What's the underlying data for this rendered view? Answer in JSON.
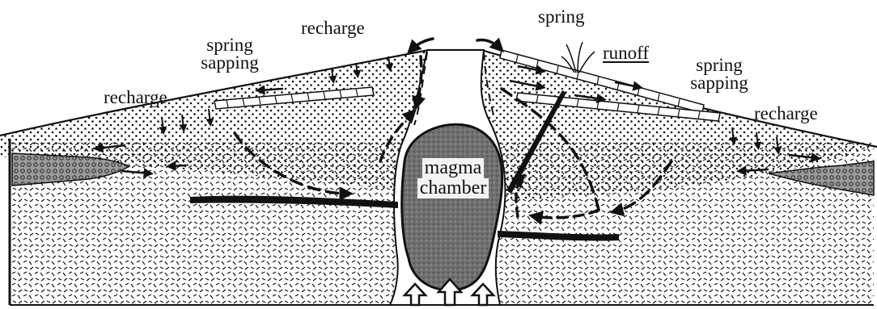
{
  "labels": {
    "recharge_top": "recharge",
    "recharge_left": "recharge",
    "recharge_right": "recharge",
    "spring_sapping_left": [
      "spring",
      "sapping"
    ],
    "spring_sapping_right": [
      "spring",
      "sapping"
    ],
    "spring": "spring",
    "runoff": "runoff",
    "magma_chamber": [
      "magma",
      "chamber"
    ]
  },
  "colors": {
    "ink": "#111111",
    "magma": "#6f6f6f",
    "aquifer": "#9a9a9a",
    "background": "#ffffff"
  }
}
